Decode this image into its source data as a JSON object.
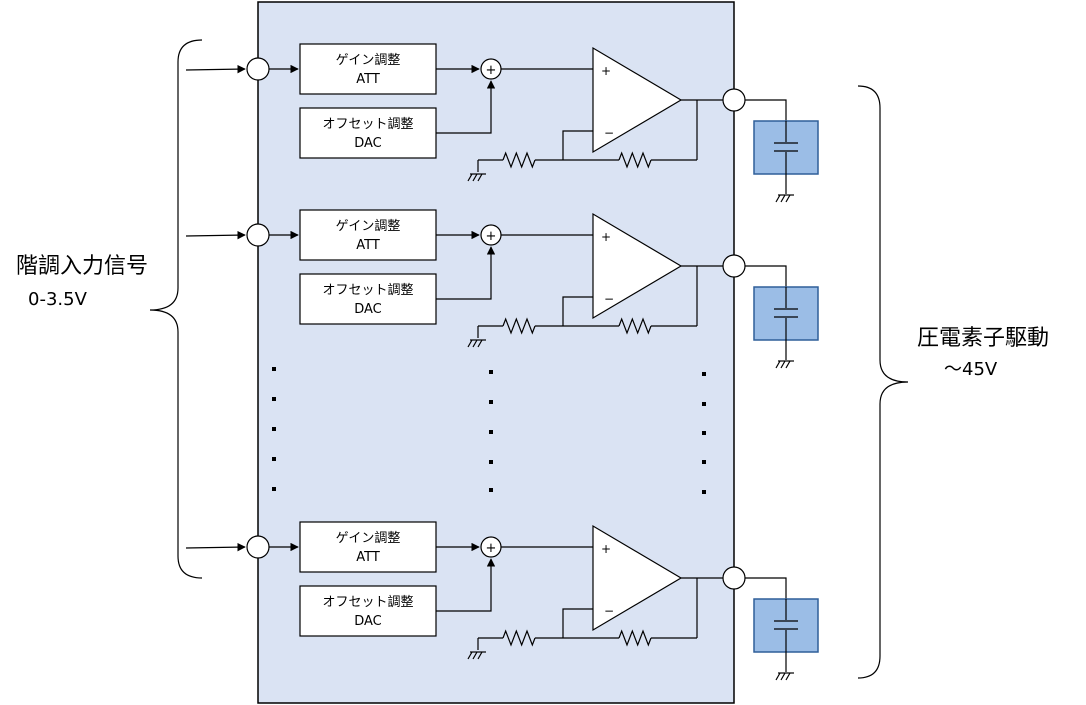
{
  "input_label": {
    "line1": "階調入力信号",
    "line2": "0-3.5V"
  },
  "output_label": {
    "line1": "圧電素子駆動",
    "line2": "～45V"
  },
  "channels": [
    {
      "gain_block": {
        "line1": "ゲイン調整",
        "line2": "ATT"
      },
      "offset_block": {
        "line1": "オフセット調整",
        "line2": "DAC"
      },
      "opamp": {
        "plus": "+",
        "minus": "−"
      },
      "summer": "+"
    },
    {
      "gain_block": {
        "line1": "ゲイン調整",
        "line2": "ATT"
      },
      "offset_block": {
        "line1": "オフセット調整",
        "line2": "DAC"
      },
      "opamp": {
        "plus": "+",
        "minus": "−"
      },
      "summer": "+"
    },
    {
      "gain_block": {
        "line1": "ゲイン調整",
        "line2": "ATT"
      },
      "offset_block": {
        "line1": "オフセット調整",
        "line2": "DAC"
      },
      "opamp": {
        "plus": "+",
        "minus": "−"
      },
      "summer": "+"
    }
  ],
  "colors": {
    "board_fill": "#dae3f3",
    "board_stroke": "#000000",
    "piezo_fill": "#9bbde6",
    "piezo_stroke": "#2f5f99"
  }
}
